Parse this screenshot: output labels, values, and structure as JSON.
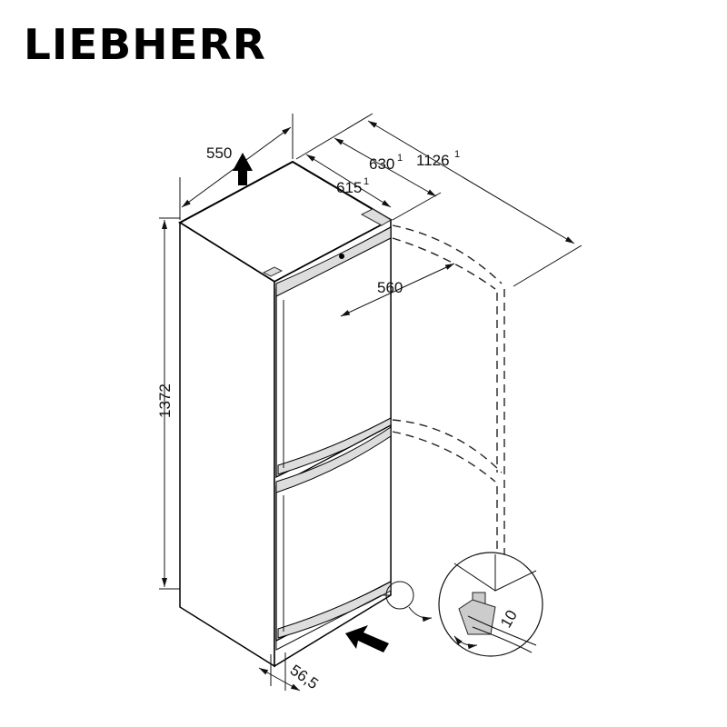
{
  "brand": {
    "logo_text": "LIEBHERR"
  },
  "dimensions": {
    "width": "550",
    "depth_615": "615",
    "depth_630": "630",
    "depth_open": "1126",
    "footnote_mark": "1",
    "niche_depth": "560",
    "height": "1372",
    "plinth": "56,5",
    "wrench_size": "10"
  }
}
